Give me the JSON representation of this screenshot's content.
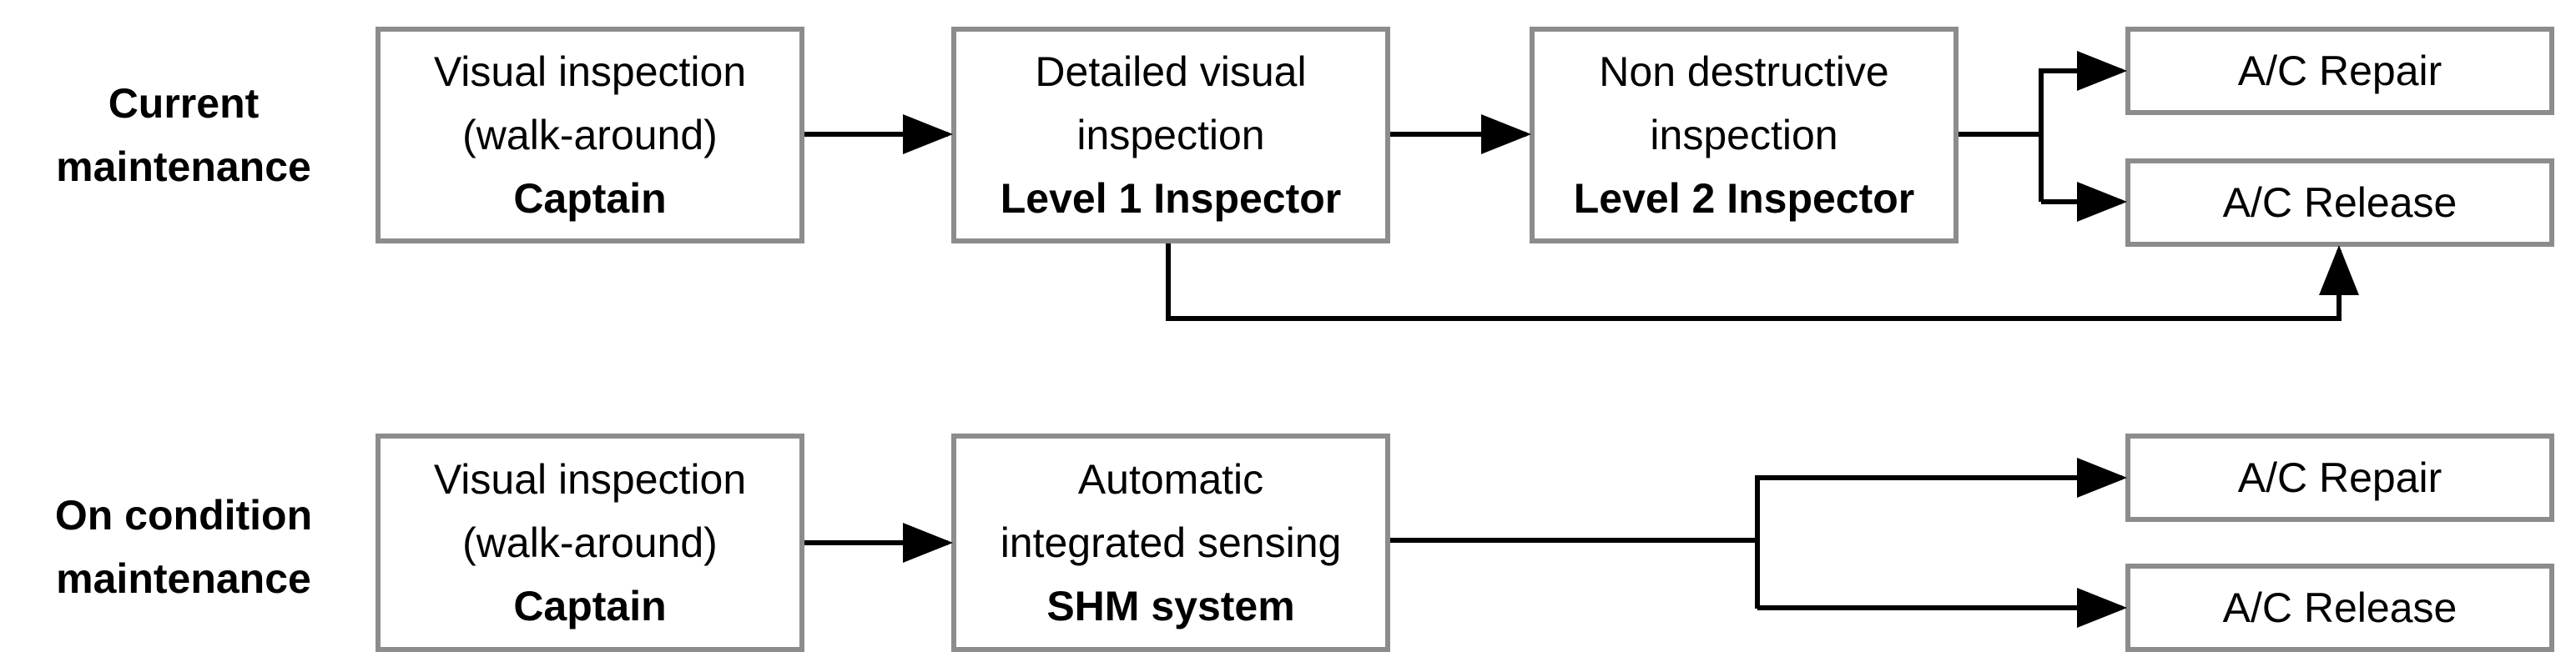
{
  "rows": [
    {
      "label_line1": "Current",
      "label_line2": "maintenance",
      "boxes": [
        {
          "line1": "Visual inspection",
          "line2": "(walk-around)",
          "role": "Captain"
        },
        {
          "line1": "Detailed visual",
          "line2": "inspection",
          "role": "Level 1 Inspector"
        },
        {
          "line1": "Non destructive",
          "line2": "inspection",
          "role": "Level 2 Inspector"
        }
      ],
      "outcomes": [
        "A/C Repair",
        "A/C Release"
      ]
    },
    {
      "label_line1": "On condition",
      "label_line2": "maintenance",
      "boxes": [
        {
          "line1": "Visual inspection",
          "line2": "(walk-around)",
          "role": "Captain"
        },
        {
          "line1": "Automatic",
          "line2": "integrated sensing",
          "role": "SHM system"
        }
      ],
      "outcomes": [
        "A/C Repair",
        "A/C Release"
      ]
    }
  ],
  "colors": {
    "box_border": "#8c8c8c",
    "arrow": "#000000"
  }
}
